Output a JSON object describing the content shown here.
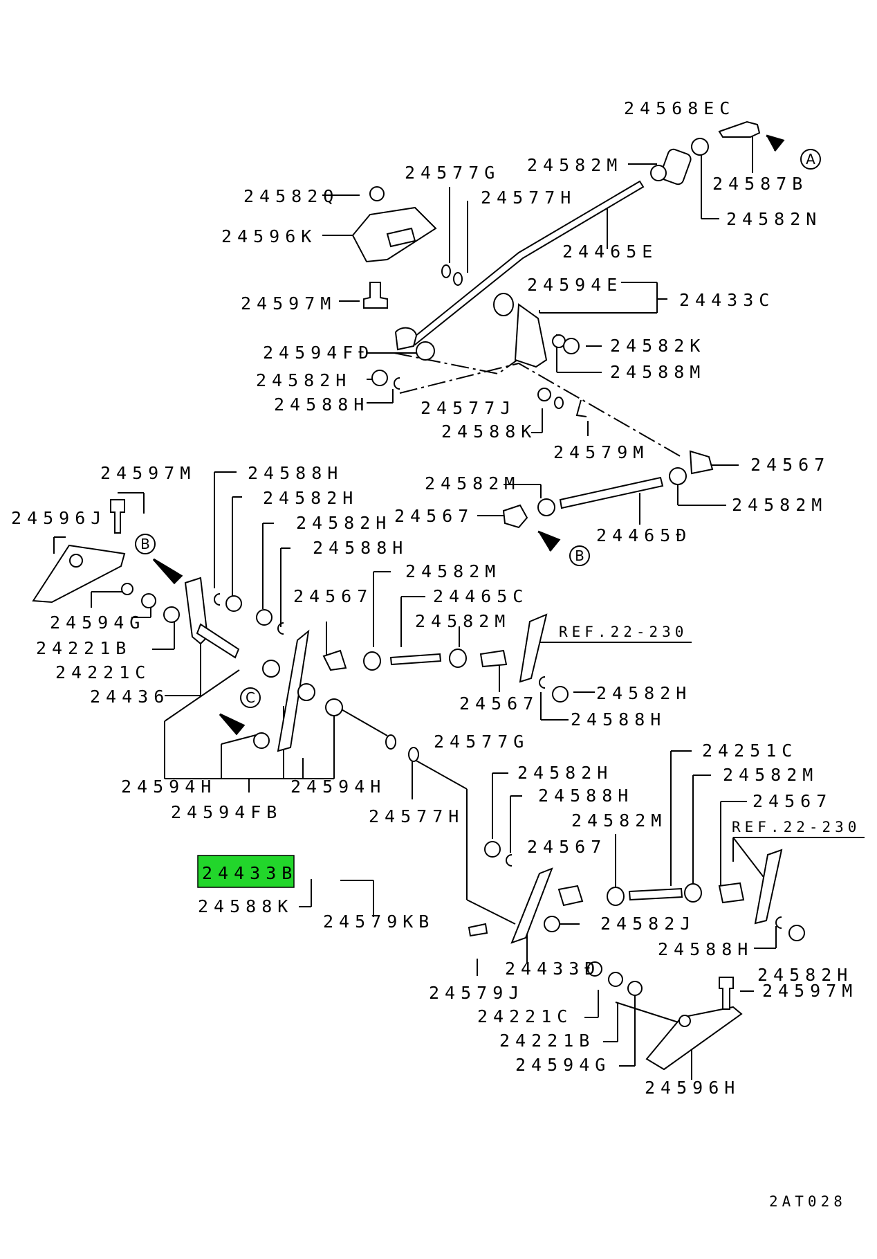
{
  "diagram_code": "2AT028",
  "highlighted_part": "24433B",
  "callouts": {
    "a": "A",
    "b": "B",
    "c": "C"
  },
  "labels": {
    "p24568EC": "24568EC",
    "p24582M_top": "24582M",
    "p24587B": "24587B",
    "p24582N": "24582N",
    "p24577G_top": "24577G",
    "p24577H_top": "24577H",
    "p24582Q": "24582Q",
    "p24596K": "24596K",
    "p24465E": "24465E",
    "p24597M_top": "24597M",
    "p24594E": "24594E",
    "p24433C": "24433C",
    "p24594FD": "24594FĐ",
    "p24582K": "24582K",
    "p24582H_top": "24582H",
    "p24588M": "24588M",
    "p24588H_top": "24588H",
    "p24577J": "24577J",
    "p24588K_top": "24588K",
    "p24579M": "24579M",
    "p24567_r1": "24567",
    "p24582M_mid": "24582M",
    "p24582M_r": "24582M",
    "p24567_mid": "24567",
    "p24465D": "24465Đ",
    "p24597M_left": "24597M",
    "p24588H_left": "24588H",
    "p24596J": "24596J",
    "p24582H_l1": "24582H",
    "p24582H_l2": "24582H",
    "p24588H_l2": "24588H",
    "p24582M_c1": "24582M",
    "p24567_c1": "24567",
    "p24465C": "24465C",
    "p24582M_c2": "24582M",
    "ref_22_230_a": "REF.22-230",
    "p24594G_left": "24594G",
    "p24221B_left": "24221B",
    "p24221C_left": "24221C",
    "p24436": "24436",
    "p24567_c2": "24567",
    "p24582H_c": "24582H",
    "p24588H_c": "24588H",
    "p24577G_mid": "24577G",
    "p24594H_l": "24594H",
    "p24594H_r": "24594H",
    "p24594FB": "24594FB",
    "p24577H_mid": "24577H",
    "p24251C": "24251C",
    "p24582H_low": "24582H",
    "p24582M_low1": "24582M",
    "p24588H_low": "24588H",
    "p24567_low_r": "24567",
    "p24582M_low2": "24582M",
    "ref_22_230_b": "REF.22-230",
    "p24567_low": "24567",
    "p24433B": "24433B",
    "p24588K_low": "24588K",
    "p24579KB": "24579KB",
    "p24582J": "24582J",
    "p24588H_br": "24588H",
    "p24433D": "24433Đ",
    "p24582H_br": "24582H",
    "p24579J": "24579J",
    "p24597M_br": "24597M",
    "p24221C_low": "24221C",
    "p24221B_low": "24221B",
    "p24594G_low": "24594G",
    "p24596H": "24596H"
  }
}
